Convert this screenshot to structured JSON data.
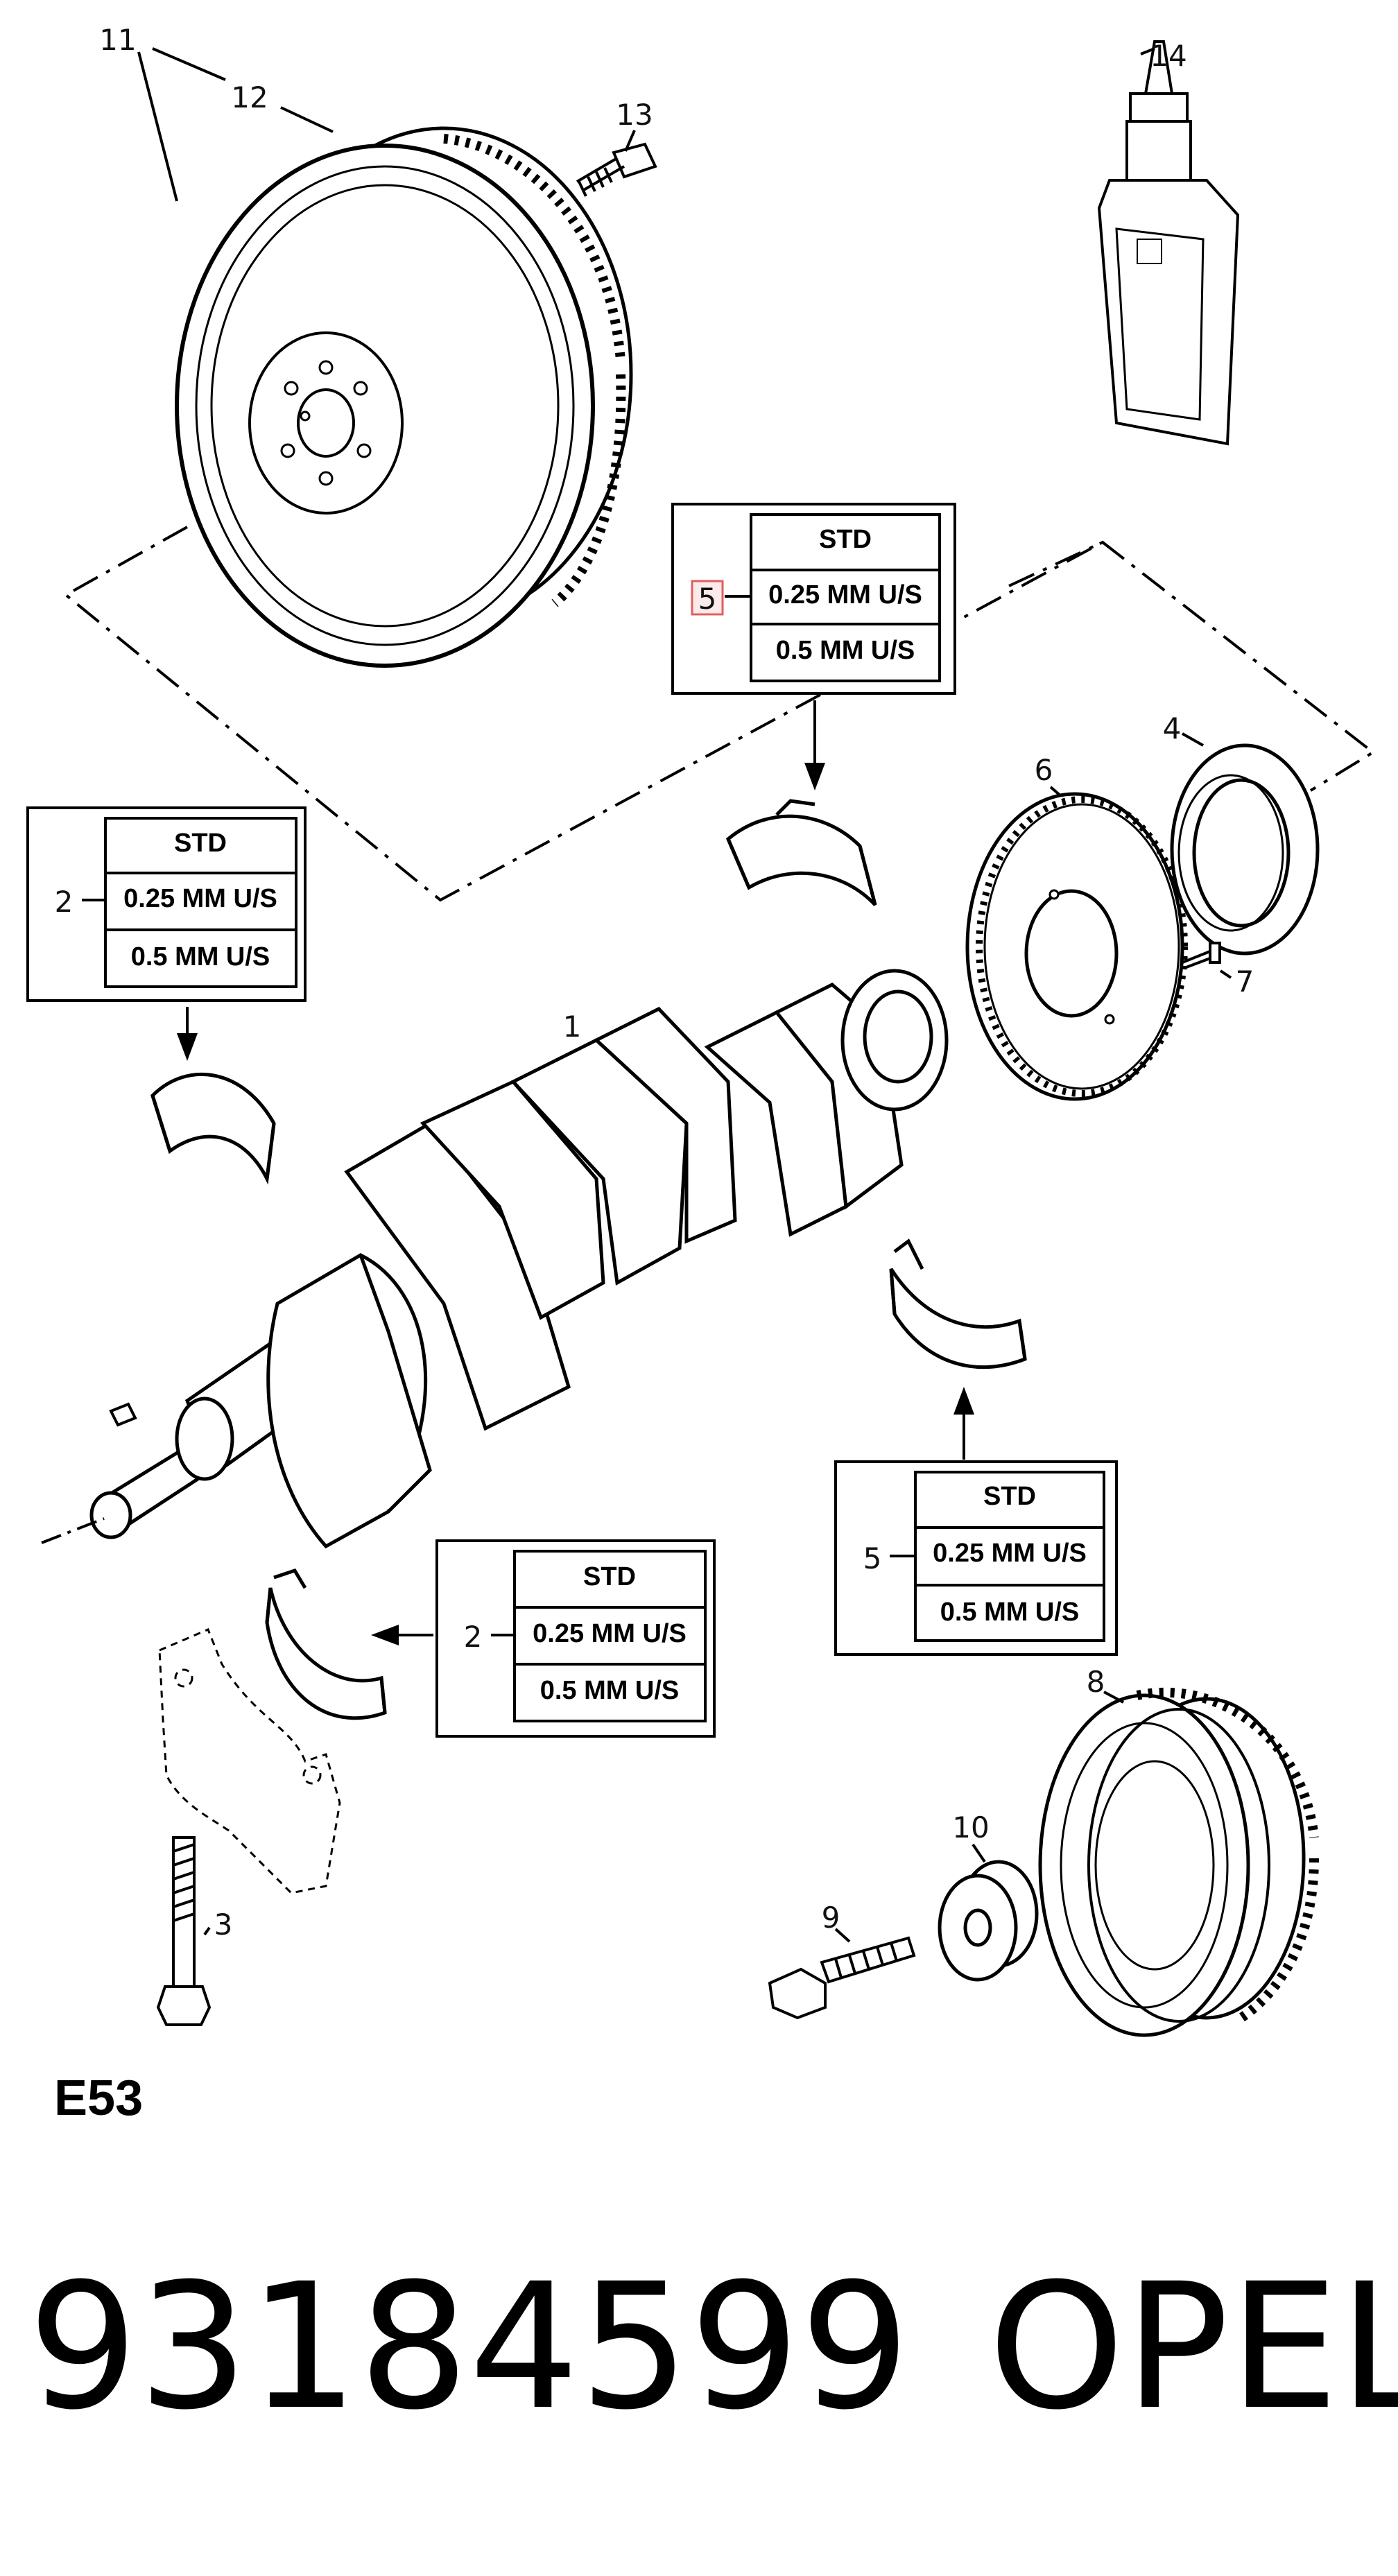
{
  "callouts": {
    "c1": "1",
    "c2a": "2",
    "c2b": "2",
    "c3": "3",
    "c4": "4",
    "c5a": "5",
    "c5b": "5",
    "c6": "6",
    "c7": "7",
    "c8": "8",
    "c9": "9",
    "c10": "10",
    "c11": "11",
    "c12": "12",
    "c13": "13",
    "c14": "14"
  },
  "bearing_tables": {
    "top": {
      "std": "STD",
      "size1": "0.25  MM U/S",
      "size2": "0.5  MM U/S"
    },
    "left": {
      "std": "STD",
      "size1": "0.25  MM U/S",
      "size2": "0.5  MM U/S"
    },
    "right": {
      "std": "STD",
      "size1": "0.25  MM U/S",
      "size2": "0.5  MM U/S"
    },
    "bottom": {
      "std": "STD",
      "size1": "0.25  MM U/S",
      "size2": "0.5  MM U/S"
    }
  },
  "diagram_code": "E53",
  "part_number": "93184599",
  "brand": "OPEL",
  "colors": {
    "highlight": "#e06060",
    "line": "#000000"
  }
}
